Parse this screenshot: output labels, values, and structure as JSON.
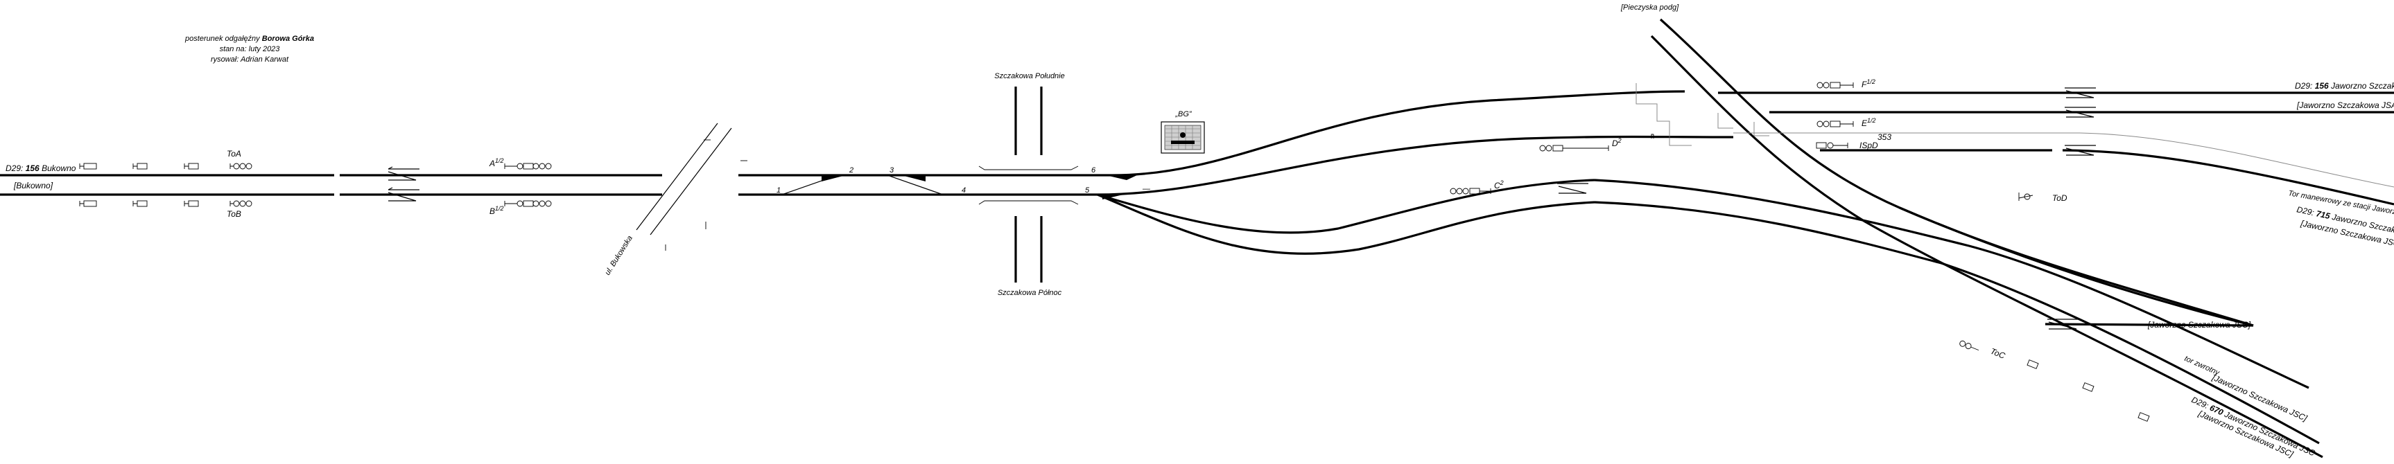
{
  "header": {
    "line1_prefix": "posterunek odgałęźny",
    "line1_name": "Borowa Górka",
    "line2": "stan na: luty 2023",
    "line3": "rysował: Adrian Karwat"
  },
  "left_end": {
    "track_upper_prefix": "D29:",
    "track_upper_number": "156",
    "track_upper_name": "Bukowno",
    "track_lower": "[Bukowno]"
  },
  "signals": {
    "toA": "ToA",
    "toB": "ToB",
    "A": "A",
    "A_sup": "1/2",
    "B": "B",
    "B_sup": "1/2",
    "D": "D",
    "D_sup": "2",
    "C": "C",
    "C_sup": "2",
    "F": "F",
    "F_sup": "1/2",
    "E": "E",
    "E_sup": "1/2",
    "ispd": "ISpD",
    "toD": "ToD",
    "toC": "ToC"
  },
  "labels": {
    "road": "ul. Bukowska",
    "platform_north_top": "Szczakowa Południe",
    "platform_south_bottom": "Szczakowa Północ",
    "bg": "„BG”",
    "pieczyska": "[Pieczyska podg]",
    "siding_353": "353",
    "shunting_track": "Tor manewrowy ze stacji Jaworzno Szczakowa",
    "siding_label": "tor zwrotny",
    "d_label": "D"
  },
  "switches": [
    "1",
    "2",
    "3",
    "4",
    "5",
    "6"
  ],
  "right_end": {
    "jsa_upper_prefix": "D29:",
    "jsa_upper_number": "156",
    "jsa_upper_name": "Jaworzno Szczakowa JSA",
    "jsa_lower": "[Jaworzno Szczakowa JSA]",
    "jsc_a_prefix": "D29:",
    "jsc_a_number": "715",
    "jsc_a_name": "Jaworzno Szczakowa JSC",
    "jsc_a_lower": "[Jaworzno Szczakowa JSC]",
    "jsc_b": "[Jaworzno Szczakowa JSC]",
    "jsc_c_upper": "[Jaworzno Szczakowa JSC]",
    "jsc_c_prefix": "D29:",
    "jsc_c_number": "670",
    "jsc_c_name": "Jaworzno Szczakowa JSC",
    "jsc_c_lower": "[Jaworzno Szczakowa JSC]"
  },
  "colors": {
    "track": "#000000",
    "guide": "#8a8a8a"
  }
}
